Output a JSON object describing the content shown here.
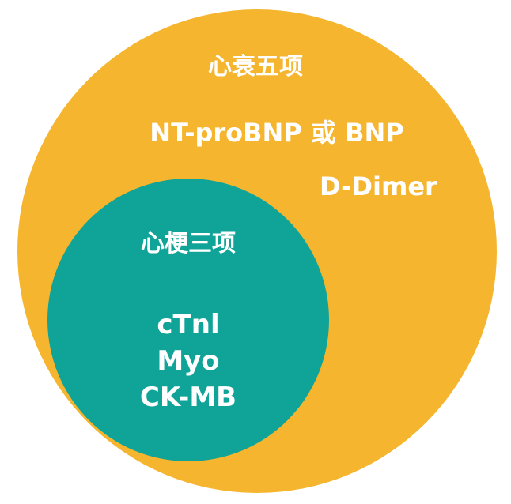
{
  "colors": {
    "outer_circle": "#f5b52e",
    "inner_circle": "#10a398",
    "text": "#ffffff"
  },
  "outer_set": {
    "title": "心衰五项",
    "items": [
      "NT-proBNP 或 BNP",
      "D-Dimer"
    ]
  },
  "inner_set": {
    "title": "心梗三项",
    "items": [
      "cTnl",
      "Myo",
      "CK-MB"
    ]
  }
}
